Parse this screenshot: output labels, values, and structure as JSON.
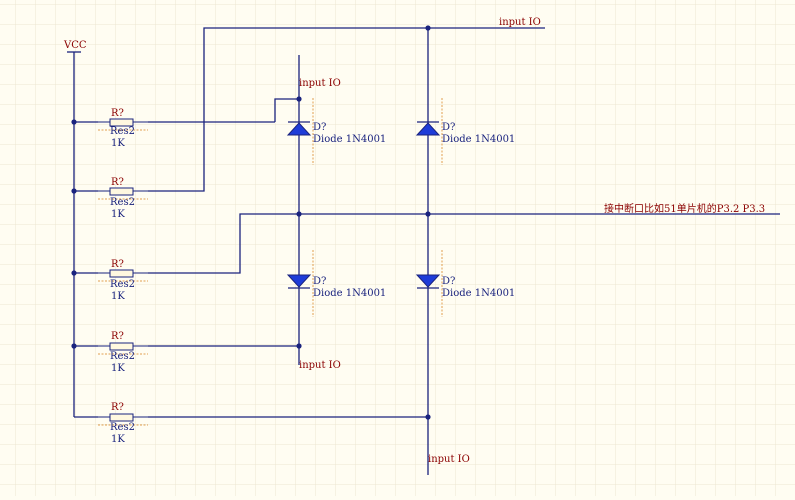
{
  "colors": {
    "background": "#fffdf2",
    "grid": "#ece6d2",
    "wire": "#1a237e",
    "diode_fill": "#1e3cd8",
    "label_red": "#8b0000",
    "label_blue": "#1a237e",
    "resistor_body": "#fff8e0"
  },
  "power": {
    "label": "VCC"
  },
  "net_labels": {
    "top": "input IO",
    "upper": "input IO",
    "middle": "接中断口比如51单片机的P3.2 P3.3",
    "lower": "input IO",
    "bottom": "input IO"
  },
  "resistors": [
    {
      "designator": "R?",
      "type": "Res2",
      "value": "1K"
    },
    {
      "designator": "R?",
      "type": "Res2",
      "value": "1K"
    },
    {
      "designator": "R?",
      "type": "Res2",
      "value": "1K"
    },
    {
      "designator": "R?",
      "type": "Res2",
      "value": "1K"
    },
    {
      "designator": "R?",
      "type": "Res2",
      "value": "1K"
    }
  ],
  "diodes": [
    {
      "designator": "D?",
      "type": "Diode 1N4001"
    },
    {
      "designator": "D?",
      "type": "Diode 1N4001"
    },
    {
      "designator": "D?",
      "type": "Diode 1N4001"
    },
    {
      "designator": "D?",
      "type": "Diode 1N4001"
    }
  ]
}
